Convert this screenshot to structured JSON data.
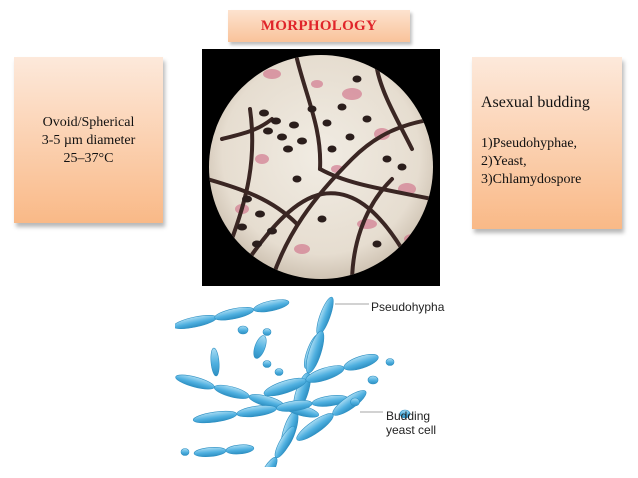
{
  "title": "MORPHOLOGY",
  "left_box": {
    "lines": [
      "Ovoid/Spherical",
      "3-5 µm diameter",
      "25–37°C"
    ]
  },
  "right_box": {
    "heading": "Asexual budding",
    "items": [
      "1)Pseudohyphae,",
      "2)Yeast,",
      "3)Chlamydospore"
    ]
  },
  "diagram": {
    "label_pseudohypha": "Pseudohypha",
    "label_budding": [
      "Budding",
      "yeast cell"
    ]
  },
  "colors": {
    "title_text": "#e0242a",
    "box_fill_top": "#fde9db",
    "box_fill_bottom": "#f9b987",
    "hypha_fill": "#5fb8e3",
    "micro_background": "#ece6dc",
    "stain_dark": "#2b1e1c",
    "stain_pink": "#cc5f7e"
  }
}
